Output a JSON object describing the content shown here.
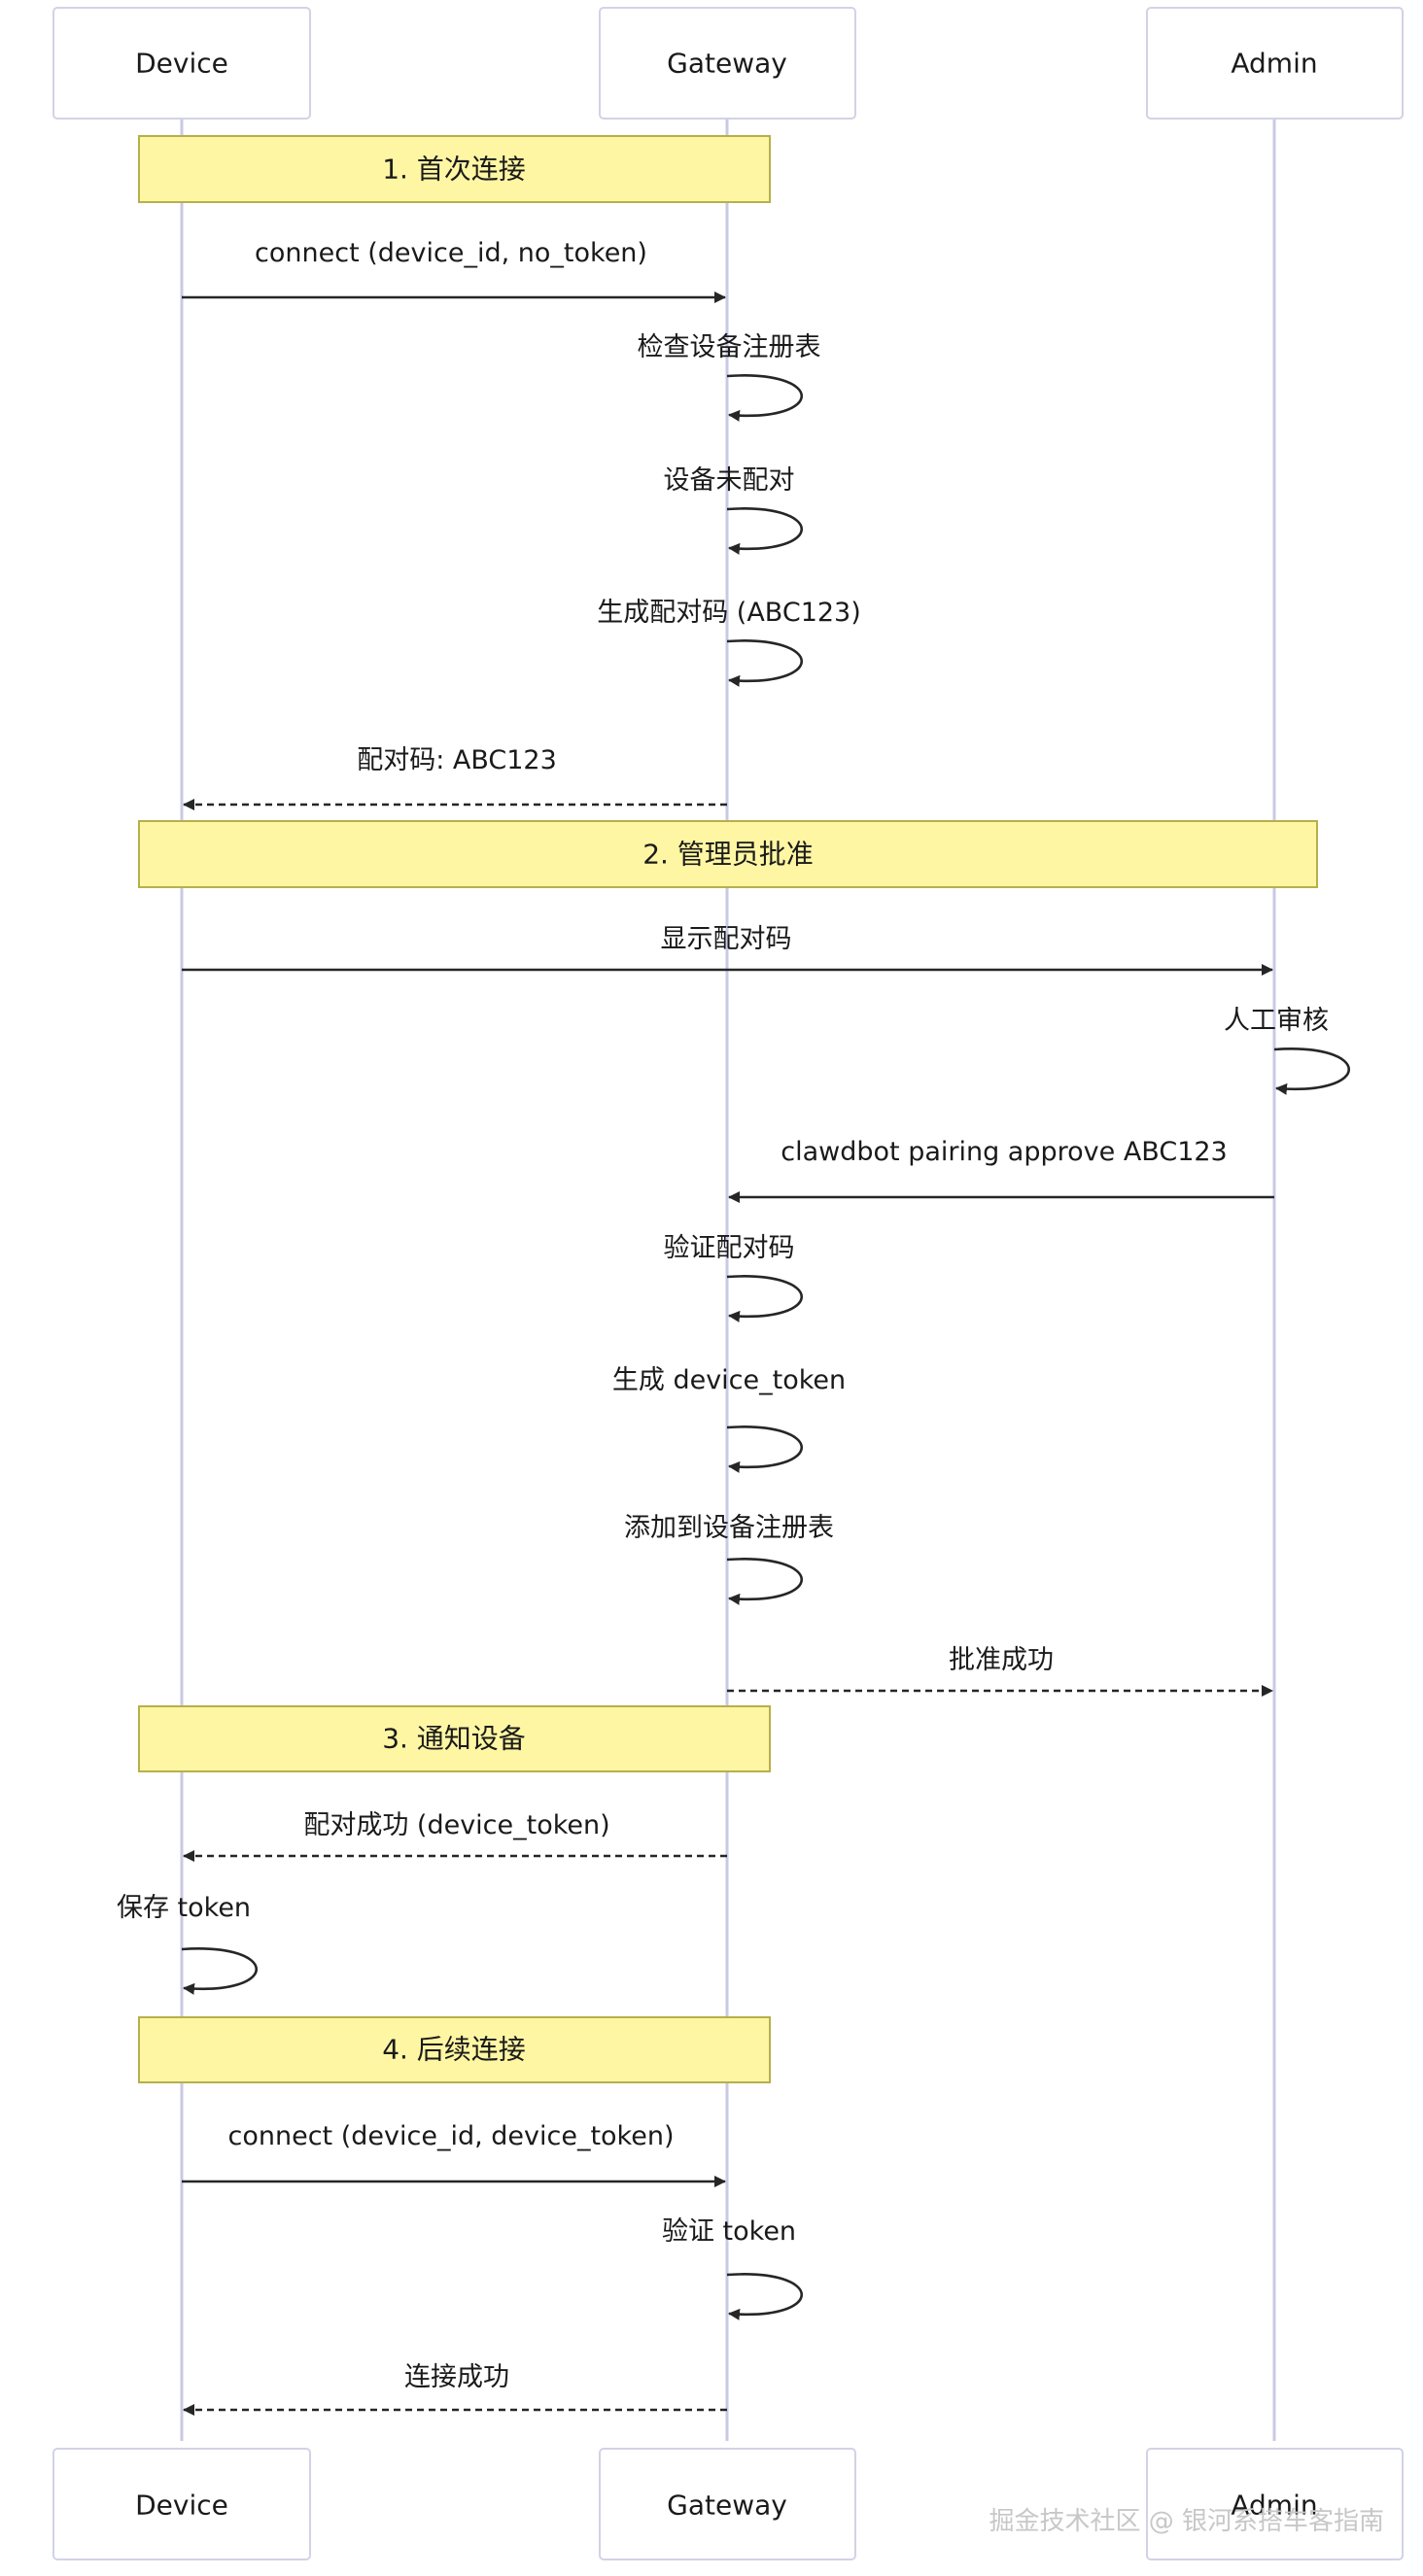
{
  "actors": [
    {
      "id": "device",
      "label": "Device"
    },
    {
      "id": "gateway",
      "label": "Gateway"
    },
    {
      "id": "admin",
      "label": "Admin"
    }
  ],
  "sections": [
    {
      "label": "1. 首次连接",
      "span": [
        "device",
        "gateway"
      ]
    },
    {
      "label": "2. 管理员批准",
      "span": [
        "device",
        "admin"
      ]
    },
    {
      "label": "3. 通知设备",
      "span": [
        "device",
        "gateway"
      ]
    },
    {
      "label": "4. 后续连接",
      "span": [
        "device",
        "gateway"
      ]
    }
  ],
  "messages": [
    {
      "from": "device",
      "to": "gateway",
      "label": "connect (device_id, no_token)",
      "style": "solid"
    },
    {
      "from": "gateway",
      "to": "gateway",
      "label": "检查设备注册表",
      "style": "solid"
    },
    {
      "from": "gateway",
      "to": "gateway",
      "label": "设备未配对",
      "style": "solid"
    },
    {
      "from": "gateway",
      "to": "gateway",
      "label": "生成配对码 (ABC123)",
      "style": "solid"
    },
    {
      "from": "gateway",
      "to": "device",
      "label": "配对码: ABC123",
      "style": "dashed"
    },
    {
      "from": "device",
      "to": "admin",
      "label": "显示配对码",
      "style": "solid"
    },
    {
      "from": "admin",
      "to": "admin",
      "label": "人工审核",
      "style": "solid"
    },
    {
      "from": "admin",
      "to": "gateway",
      "label": "clawdbot pairing approve ABC123",
      "style": "solid"
    },
    {
      "from": "gateway",
      "to": "gateway",
      "label": "验证配对码",
      "style": "solid"
    },
    {
      "from": "gateway",
      "to": "gateway",
      "label": "生成 device_token",
      "style": "solid"
    },
    {
      "from": "gateway",
      "to": "gateway",
      "label": "添加到设备注册表",
      "style": "solid"
    },
    {
      "from": "gateway",
      "to": "admin",
      "label": "批准成功",
      "style": "dashed"
    },
    {
      "from": "gateway",
      "to": "device",
      "label": "配对成功 (device_token)",
      "style": "dashed"
    },
    {
      "from": "device",
      "to": "device",
      "label": "保存 token",
      "style": "solid"
    },
    {
      "from": "device",
      "to": "gateway",
      "label": "connect (device_id, device_token)",
      "style": "solid"
    },
    {
      "from": "gateway",
      "to": "gateway",
      "label": "验证 token",
      "style": "solid"
    },
    {
      "from": "gateway",
      "to": "device",
      "label": "连接成功",
      "style": "dashed"
    }
  ],
  "watermark": "掘金技术社区 @ 银河系搭车客指南"
}
